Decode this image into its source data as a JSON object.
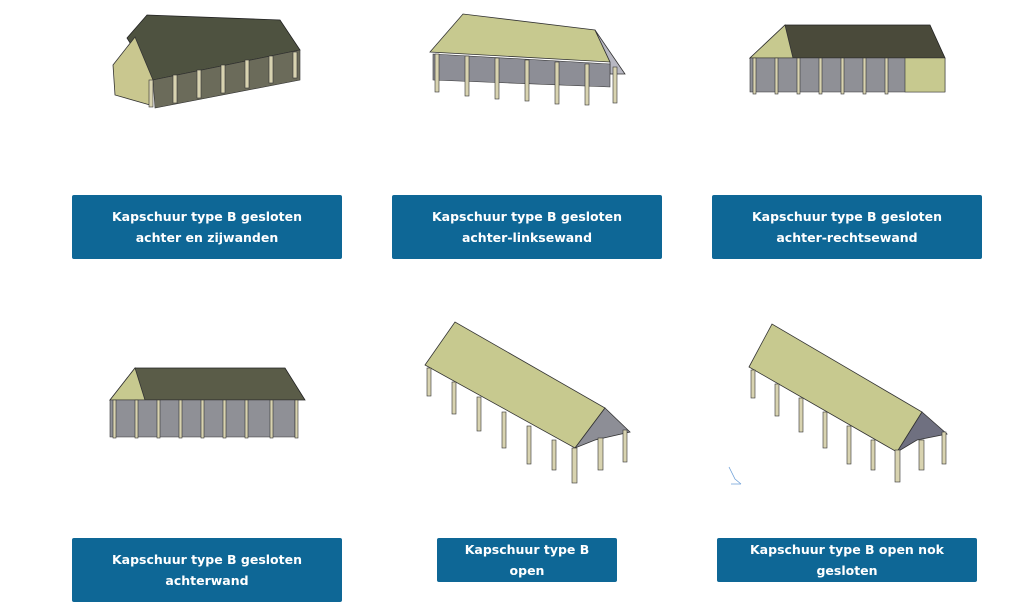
{
  "products": [
    {
      "label": "Kapschuur type B gesloten achter en zijwanden"
    },
    {
      "label": "Kapschuur type B gesloten achter-linksewand"
    },
    {
      "label": "Kapschuur type B gesloten achter-rechtsewand"
    },
    {
      "label": "Kapschuur type B gesloten achterwand"
    },
    {
      "label": "Kapschuur type B open"
    },
    {
      "label": "Kapschuur type B open nok gesloten"
    }
  ],
  "colors": {
    "button_bg": "#0e6796",
    "button_text": "#ffffff",
    "roof_light": "#c7c98f",
    "roof_dark": "#4a4a3a",
    "wood": "#d8d3b0"
  }
}
